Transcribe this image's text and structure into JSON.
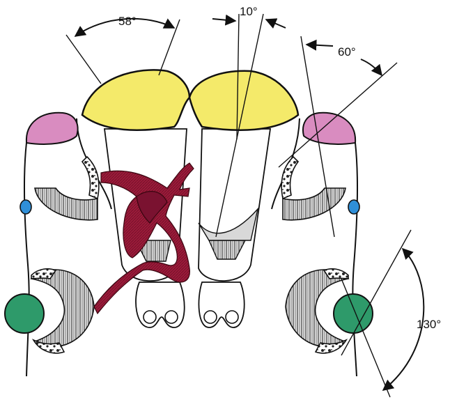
{
  "angles": {
    "left_top": "58°",
    "center_top": "10°",
    "right_top": "60°",
    "right_lower": "130°"
  },
  "colors": {
    "yellow": "#f4ea6a",
    "pink": "#d98cc0",
    "blue": "#2f8fd8",
    "green": "#2e9a6a",
    "muscle": "#9b1b3a",
    "hatch_gray": "#8c8c8c",
    "line": "#111111"
  }
}
